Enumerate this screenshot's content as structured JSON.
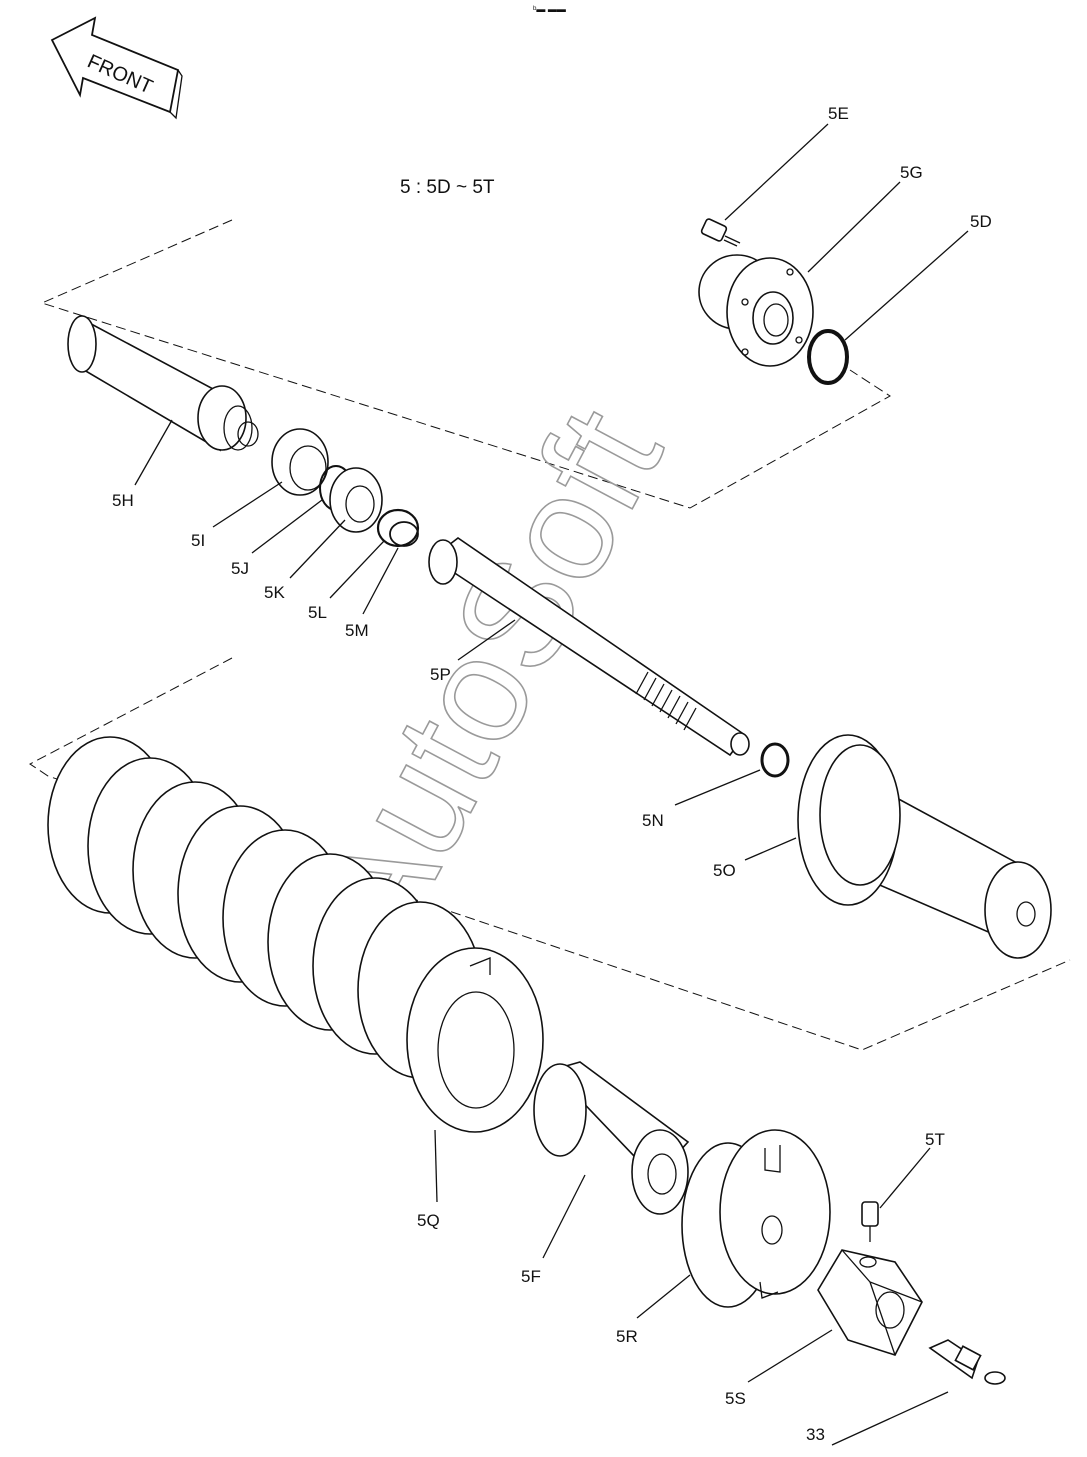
{
  "header": {
    "code": "ᵇ▬ ▬▬",
    "title": "5 : 5D ~ 5T",
    "front_label": "FRONT"
  },
  "watermark": "AutoSoft",
  "parts": [
    {
      "id": "5E",
      "label": "5E"
    },
    {
      "id": "5G",
      "label": "5G"
    },
    {
      "id": "5D",
      "label": "5D"
    },
    {
      "id": "5H",
      "label": "5H"
    },
    {
      "id": "5I",
      "label": "5I"
    },
    {
      "id": "5J",
      "label": "5J"
    },
    {
      "id": "5K",
      "label": "5K"
    },
    {
      "id": "5L",
      "label": "5L"
    },
    {
      "id": "5M",
      "label": "5M"
    },
    {
      "id": "5P",
      "label": "5P"
    },
    {
      "id": "5N",
      "label": "5N"
    },
    {
      "id": "5O",
      "label": "5O"
    },
    {
      "id": "5Q",
      "label": "5Q"
    },
    {
      "id": "5F",
      "label": "5F"
    },
    {
      "id": "5R",
      "label": "5R"
    },
    {
      "id": "5S",
      "label": "5S"
    },
    {
      "id": "5T",
      "label": "5T"
    },
    {
      "id": "33",
      "label": "33"
    }
  ]
}
